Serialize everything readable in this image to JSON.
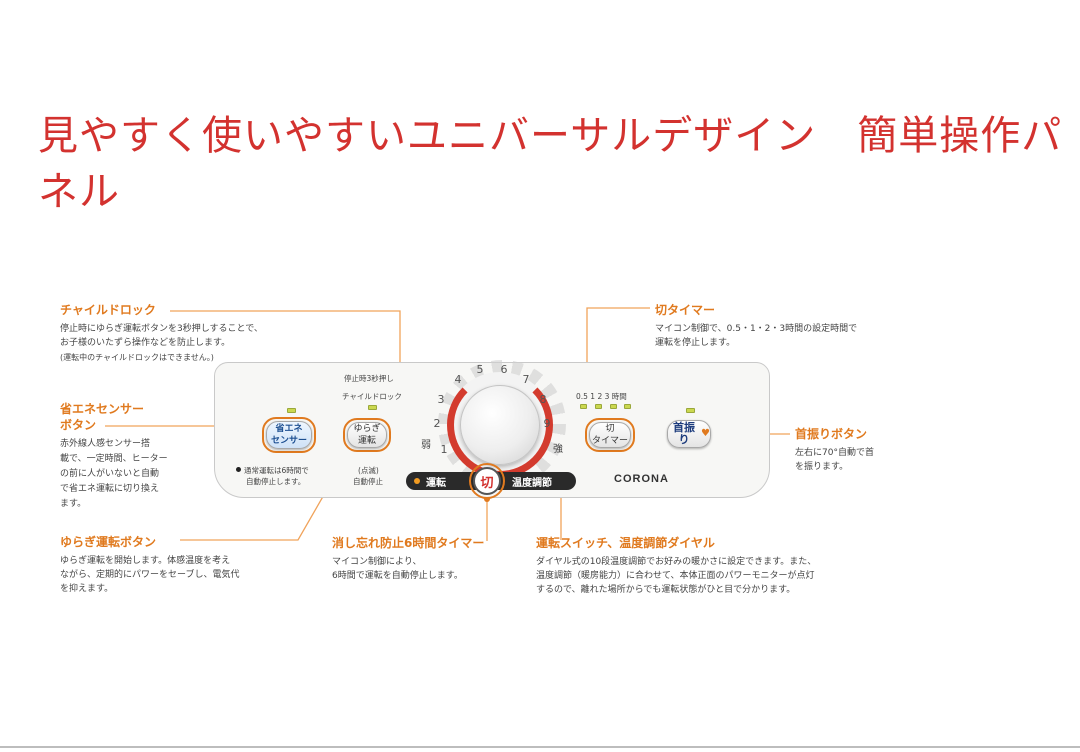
{
  "headline": "見やすく使いやすいユニバーサルデザイン　簡単操作パネル",
  "annotations": {
    "child_lock": {
      "title": "チャイルドロック",
      "lines": [
        "停止時にゆらぎ運転ボタンを3秒押しすることで、",
        "お子様のいたずら操作などを防止します。"
      ],
      "note": "(運転中のチャイルドロックはできません。)"
    },
    "eco_sensor": {
      "title_1": "省エネセンサー",
      "title_2": "ボタン",
      "lines": [
        "赤外線人感センサー搭",
        "載で、一定時間、ヒーター",
        "の前に人がいないと自動",
        "で省エネ運転に切り換え",
        "ます。"
      ]
    },
    "yuragi": {
      "title": "ゆらぎ運転ボタン",
      "lines": [
        "ゆらぎ運転を開始します。体感温度を考え",
        "ながら、定期的にパワーをセーブし、電気代",
        "を抑えます。"
      ]
    },
    "auto_off": {
      "title": "消し忘れ防止6時間タイマー",
      "lines": [
        "マイコン制御により、",
        "6時間で運転を自動停止します。"
      ]
    },
    "switch_dial": {
      "title": "運転スイッチ、温度調節ダイヤル",
      "lines": [
        "ダイヤル式の10段温度調節でお好みの暖かさに設定できます。また、",
        "温度調節（暖房能力）に合わせて、本体正面のパワーモニターが点灯",
        "するので、離れた場所からでも運転状態がひと目で分かります。"
      ]
    },
    "off_timer": {
      "title": "切タイマー",
      "lines": [
        "マイコン制御で、0.5・1・2・3時間の設定時間で",
        "運転を停止します。"
      ]
    },
    "swing": {
      "title": "首振りボタン",
      "lines": [
        "左右に70°自動で首",
        "を振ります。"
      ]
    }
  },
  "panel": {
    "eco_button": [
      "省エネ",
      "センサー"
    ],
    "yuragi_button": [
      "ゆらぎ",
      "運転"
    ],
    "child_lock_label_1": "停止時3秒押し",
    "child_lock_label_2": "チャイルドロック",
    "eco_note_1": "通常運転は6時間で",
    "eco_note_2": "自動停止します。",
    "auto_stop_1": "(点滅)",
    "auto_stop_2": "自動停止",
    "weak_label": "弱",
    "strong_label": "強",
    "dial_numbers": [
      "1",
      "2",
      "3",
      "4",
      "5",
      "6",
      "7",
      "8",
      "9"
    ],
    "timer_hours": "0.5 1  2  3 時間",
    "timer_button": [
      "切",
      "タイマー"
    ],
    "swing_button": "首振り",
    "pill_run": "運転",
    "pill_off": "切",
    "pill_temp": "温度調節",
    "brand": "CORONA"
  },
  "colors": {
    "headline": "#d3322f",
    "accent": "#e07a1f",
    "dial_red": "#d33b2e",
    "led": "#cbd84f"
  }
}
